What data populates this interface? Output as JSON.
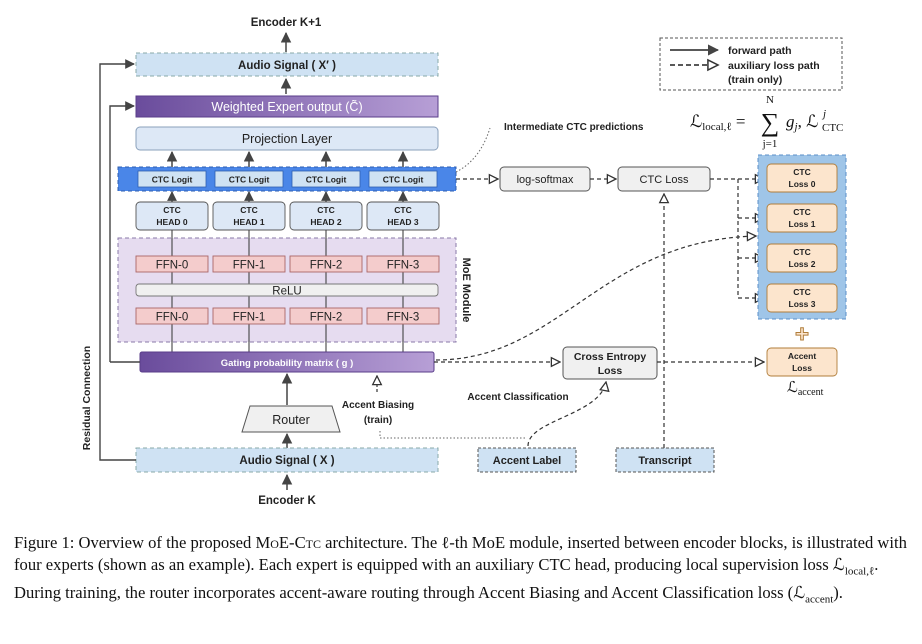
{
  "figure": {
    "encoder_top": "Encoder K+1",
    "encoder_bottom": "Encoder K",
    "audio_out": "Audio Signal ( X′ )",
    "audio_in": "Audio Signal ( X )",
    "weighted_output": "Weighted Expert output (C̃)",
    "projection": "Projection Layer",
    "intermediate_label": "Intermediate CTC predictions",
    "ctc_logit": "CTC Logit",
    "ctc_head_line1": "CTC",
    "heads": [
      "HEAD 0",
      "HEAD 1",
      "HEAD 2",
      "HEAD 3"
    ],
    "ffn_top": [
      "FFN-0",
      "FFN-1",
      "FFN-2",
      "FFN-3"
    ],
    "ffn_bottom": [
      "FFN-0",
      "FFN-1",
      "FFN-2",
      "FFN-3"
    ],
    "relu": "ReLU",
    "moe_label": "MoE Module",
    "gating": "Gating probability matrix ( g )",
    "router": "Router",
    "accent_biasing": "Accent Biasing",
    "accent_biasing_sub": "(train)",
    "residual": "Residual Connection",
    "log_softmax": "log-softmax",
    "ctc_loss": "CTC Loss",
    "ce_loss_line1": "Cross Entropy",
    "ce_loss_line2": "Loss",
    "accent_classification": "Accent Classification",
    "accent_label": "Accent Label",
    "transcript": "Transcript",
    "losses_line1": "CTC",
    "losses": [
      "Loss 0",
      "Loss 1",
      "Loss 2",
      "Loss 3"
    ],
    "accent_loss_line1": "Accent",
    "accent_loss_line2": "Loss",
    "plus": "+",
    "legend": {
      "forward": "forward path",
      "aux_line1": "auxiliary loss path",
      "aux_line2": "(train only)"
    },
    "formula": {
      "lhs": "ℒ",
      "lhs_sub": "local,ℓ",
      "eq": " = ",
      "sum_top": "N",
      "sum": "∑",
      "sum_bottom": "j=1",
      "g": "g",
      "g_sub": "j",
      "comma": ", ",
      "L": "ℒ",
      "L_sup": "j",
      "L_sub": "CTC"
    },
    "accent_formula": "ℒ",
    "accent_formula_sub": "accent",
    "colors": {
      "light_blue": "#cfe2f3",
      "blue_band": "#4a86e8",
      "purple": "#7b5ea7",
      "light_purple": "#e6dcf0",
      "pink": "#f4cccc",
      "orange": "#fce5cd",
      "gray_box": "#f0f0f0"
    }
  },
  "caption": {
    "prefix": "Figure 1: Overview of the proposed ",
    "name": "MoE-Ctc",
    "part1": " architecture. The ℓ-th MoE module, inserted between encoder blocks, is illustrated with four experts (shown as an example). Each expert is equipped with an auxiliary CTC head, producing local supervision loss ",
    "l1": "ℒ",
    "l1_sub": "local,ℓ",
    "part2": ". During training, the router incorporates accent-aware routing through Accent Biasing and Accent Classification loss (",
    "l2": "ℒ",
    "l2_sub": "accent",
    "part3": ")."
  }
}
